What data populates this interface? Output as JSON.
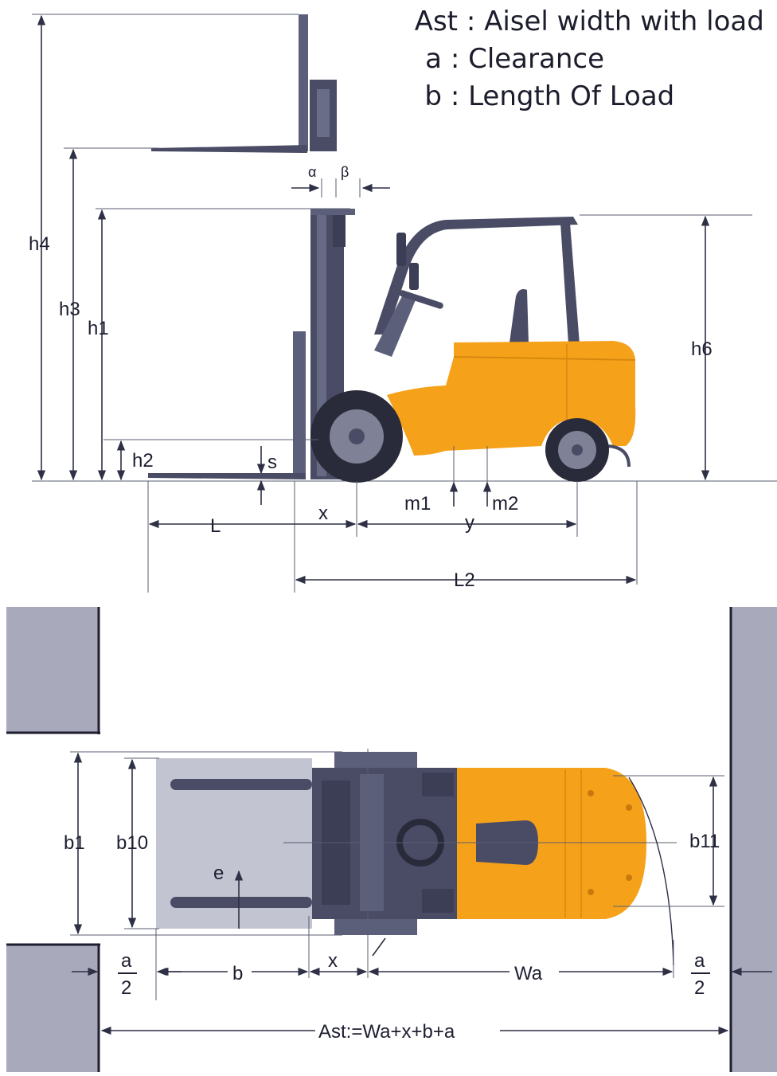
{
  "legend": [
    {
      "key": "Ast",
      "text": "Aisel width with load"
    },
    {
      "key": "a",
      "text": "Clearance"
    },
    {
      "key": "b",
      "text": "Length Of Load"
    }
  ],
  "side_view": {
    "labels": {
      "h4": "h4",
      "h3": "h3",
      "h1": "h1",
      "h2": "h2",
      "s": "s",
      "h6": "h6",
      "alpha": "α",
      "beta": "β",
      "L": "L",
      "x": "x",
      "y": "y",
      "m1": "m1",
      "m2": "m2",
      "L2": "L2"
    }
  },
  "top_view": {
    "labels": {
      "b1": "b1",
      "b10": "b10",
      "b11": "b11",
      "e": "e",
      "a_num_left": "a",
      "a_den_left": "2",
      "b": "b",
      "x": "x",
      "Wa": "Wa",
      "a_num_right": "a",
      "a_den_right": "2",
      "formula": "Ast:=Wa+x+b+a"
    }
  },
  "colors": {
    "body_orange": "#f5a21a",
    "mast_dark": "#4a4c66",
    "steel": "#5c5f7a",
    "tire": "#2a2b3a",
    "load_gray": "#c3c4d2",
    "wall_gray": "#a8aabb",
    "line": "#2e3045"
  }
}
